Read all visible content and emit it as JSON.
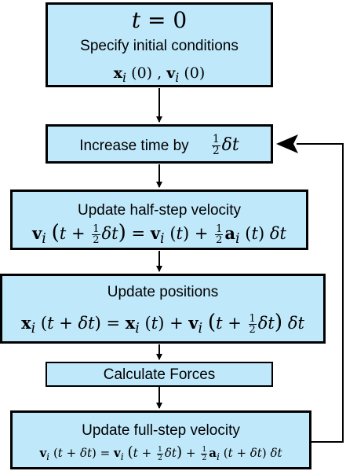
{
  "steps": {
    "init": {
      "title_var": "t",
      "title_eq": "= 0",
      "label": "Specify initial conditions",
      "formula": "x_i(0), v_i(0)"
    },
    "time": {
      "label": "Increase time by",
      "frac_num": "1",
      "frac_den": "2",
      "delta": "δt"
    },
    "half_velocity": {
      "label": "Update half-step velocity",
      "formula": "v_i(t + ½δt) = v_i(t) + ½a_i(t)δt"
    },
    "positions": {
      "label": "Update positions",
      "formula": "x_i(t + δt) = x_i(t) + v_i(t + ½δt)δt"
    },
    "forces": {
      "label": "Calculate Forces"
    },
    "full_velocity": {
      "label": "Update full-step velocity",
      "formula": "v_i(t + δt) = v_i(t + ½δt) + ½a_i(t + δt)δt"
    }
  }
}
